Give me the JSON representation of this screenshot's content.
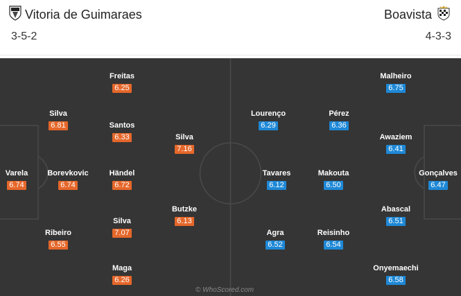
{
  "home": {
    "name": "Vitoria de Guimaraes",
    "formation": "3-5-2",
    "crest_icon": "vitoria-crest-icon",
    "color": "#e5672a",
    "players": [
      {
        "name": "Freitas",
        "rating": "6.25"
      },
      {
        "name": "Silva",
        "rating": "6.81"
      },
      {
        "name": "Santos",
        "rating": "6.33"
      },
      {
        "name": "Silva",
        "rating": "7.16"
      },
      {
        "name": "Varela",
        "rating": "6.74"
      },
      {
        "name": "Borevkovic",
        "rating": "6.74"
      },
      {
        "name": "Händel",
        "rating": "6.72"
      },
      {
        "name": "Butzke",
        "rating": "6.13"
      },
      {
        "name": "Ribeiro",
        "rating": "6.55"
      },
      {
        "name": "Silva",
        "rating": "7.07"
      },
      {
        "name": "Maga",
        "rating": "6.26"
      }
    ]
  },
  "away": {
    "name": "Boavista",
    "formation": "4-3-3",
    "crest_icon": "boavista-crest-icon",
    "color": "#1e88d6",
    "players": [
      {
        "name": "Malheiro",
        "rating": "6.75"
      },
      {
        "name": "Lourenço",
        "rating": "6.29"
      },
      {
        "name": "Pérez",
        "rating": "6.36"
      },
      {
        "name": "Awaziem",
        "rating": "6.41"
      },
      {
        "name": "Tavares",
        "rating": "6.12"
      },
      {
        "name": "Makouta",
        "rating": "6.50"
      },
      {
        "name": "Gonçalves",
        "rating": "6.47"
      },
      {
        "name": "Abascal",
        "rating": "6.51"
      },
      {
        "name": "Agra",
        "rating": "6.52"
      },
      {
        "name": "Reisinho",
        "rating": "6.54"
      },
      {
        "name": "Onyemaechi",
        "rating": "6.58"
      }
    ]
  },
  "watermark": "© WhoScored.com"
}
